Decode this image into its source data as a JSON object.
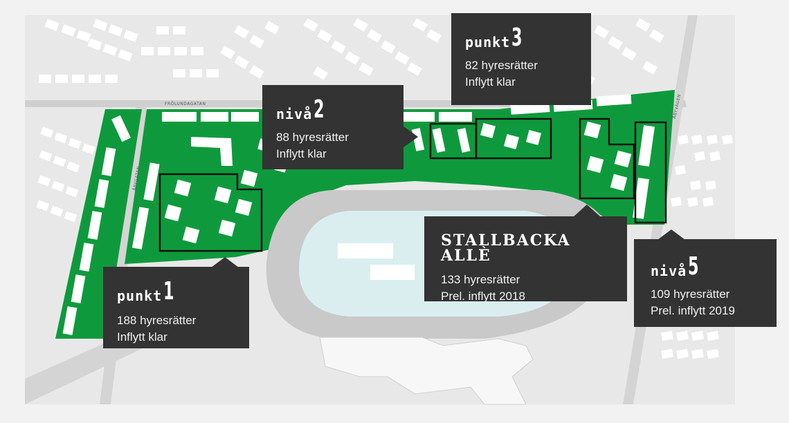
{
  "streets": {
    "north": "FRÖLUNDAGATAN",
    "west": "ÅBYGATAN",
    "east": "ÅBYVÄGEN"
  },
  "areas": [
    {
      "prefix": "punkt",
      "number": "1",
      "count": "188 hyresrätter",
      "status": "Inflytt klar"
    },
    {
      "prefix": "nivå",
      "number": "2",
      "count": "88 hyresrätter",
      "status": "Inflytt klar"
    },
    {
      "prefix": "punkt",
      "number": "3",
      "count": "82 hyresrätter",
      "status": "Inflytt klar"
    },
    {
      "title": "STALLBACKA ALLÈ",
      "count": "133 hyresrätter",
      "status": "Prel. inflytt 2018"
    },
    {
      "prefix": "nivå",
      "number": "5",
      "count": "109 hyresrätter",
      "status": "Prel. inflytt 2019"
    }
  ],
  "colors": {
    "green": "#0e9a3c",
    "card": "#333333",
    "road": "#d9d9d9",
    "track": "#c9c9c9",
    "infield": "#daeef0",
    "building": "#ffffff"
  }
}
